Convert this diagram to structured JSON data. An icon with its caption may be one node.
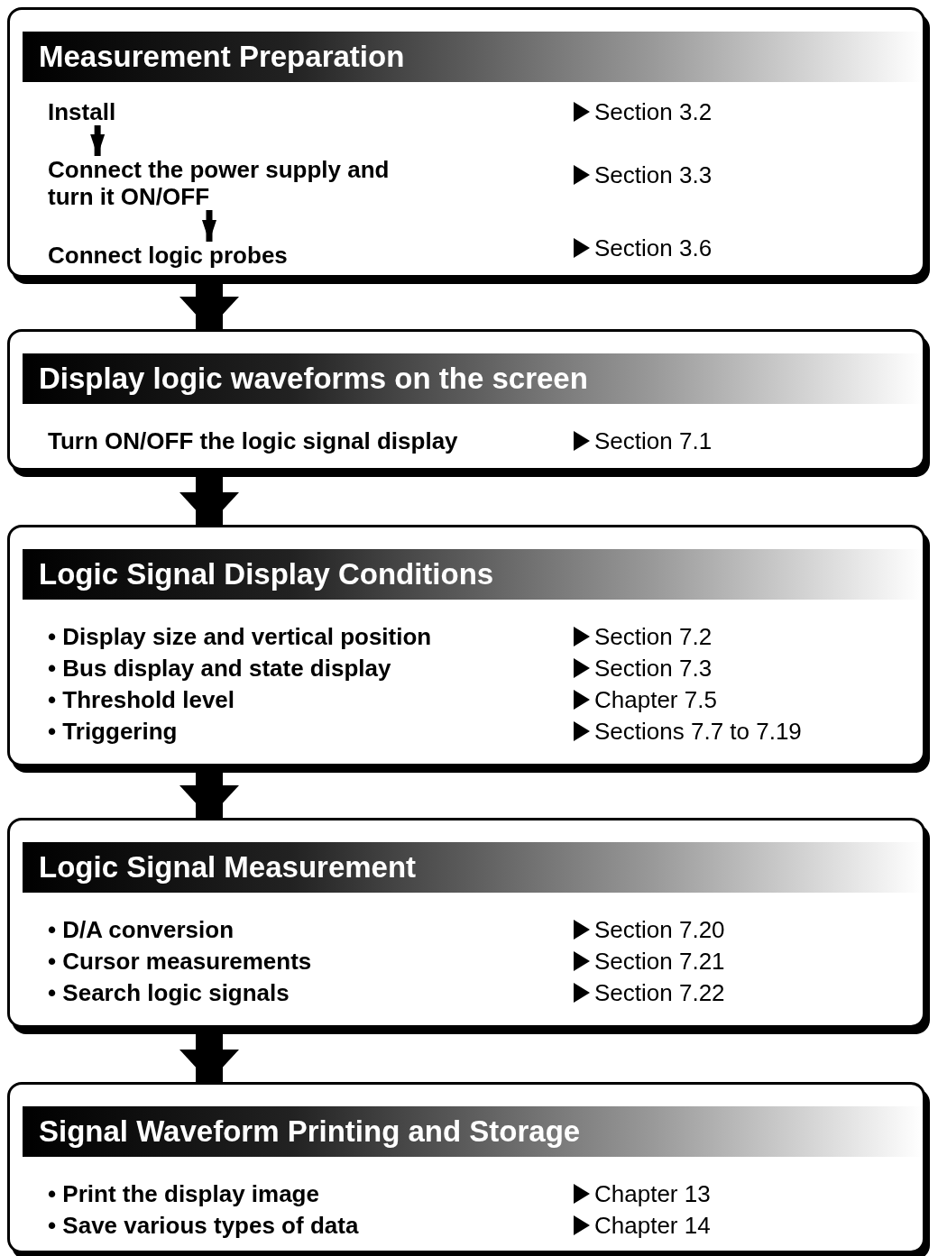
{
  "diagram": {
    "nodes": [
      {
        "text": [
          "Measurement Preparation"
        ]
      },
      {
        "text": [
          "Install"
        ],
        "in": 0
      },
      {
        "text": [
          "Connect the power supply and turn it ON/OFF"
        ],
        "in": 0
      },
      {
        "text": [
          "Connect logic probes"
        ],
        "in": 0
      },
      {
        "text": [
          "Display logic waveforms on the screen"
        ]
      },
      {
        "text": [
          "Turn ON/OFF the logic signal display"
        ],
        "in": 4
      },
      {
        "text": [
          "Logic Signal Display Conditions"
        ]
      },
      {
        "text": [
          "• Display size and vertical position"
        ],
        "in": 6
      },
      {
        "text": [
          "• Bus display and state display"
        ],
        "in": 6
      },
      {
        "text": [
          "• Threshold level"
        ],
        "in": 6
      },
      {
        "text": [
          "• Triggering"
        ],
        "in": 6
      },
      {
        "text": [
          "Logic Signal Measurement"
        ]
      },
      {
        "text": [
          "• D/A conversion"
        ],
        "in": 11
      },
      {
        "text": [
          "• Cursor measurements"
        ],
        "in": 11
      },
      {
        "text": [
          "• Search logic signals"
        ],
        "in": 11
      },
      {
        "text": [
          "Signal Waveform Printing and Storage"
        ]
      },
      {
        "text": [
          "• Print the display image"
        ],
        "in": 15
      },
      {
        "text": [
          "• Save various types of data"
        ],
        "in": 15
      }
    ],
    "edges": [
      {
        "from": 1,
        "to": 2,
        "arrow": "to"
      },
      {
        "from": 2,
        "to": 3,
        "arrow": "to"
      },
      {
        "from": 0,
        "to": 4,
        "arrow": "to"
      },
      {
        "from": 4,
        "to": 6,
        "arrow": "to"
      },
      {
        "from": 6,
        "to": 11,
        "arrow": "to"
      },
      {
        "from": 11,
        "to": 15,
        "arrow": "to"
      }
    ],
    "labels": [
      "Section 3.2",
      "Section 3.3",
      "Section 3.6",
      "Section 7.1",
      "Section 7.2",
      "Section 7.3",
      "Chapter 7.5",
      "Sections 7.7 to 7.19",
      "Section 7.20",
      "Section 7.21",
      "Section 7.22",
      "Chapter 13",
      "Chapter 14"
    ]
  }
}
